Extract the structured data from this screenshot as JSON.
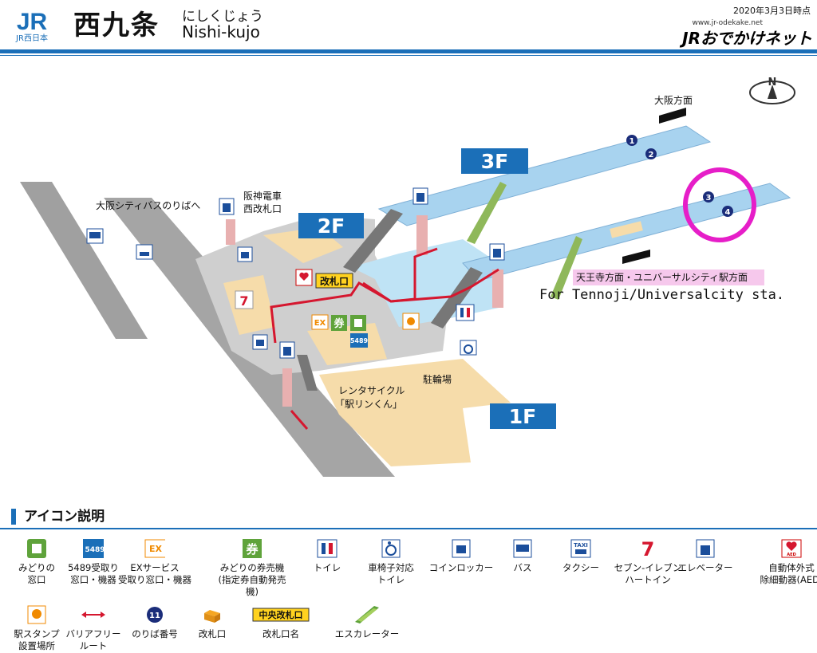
{
  "header": {
    "logo_jr": "JR",
    "logo_company": "JR西日本",
    "station_kanji": "西九条",
    "station_kana": "にしくじょう",
    "station_romaji": "Nishi-kujo",
    "date": "2020年3月3日時点",
    "site_url": "www.jr-odekake.net",
    "site_name": "JRおでかけネット"
  },
  "map": {
    "direction_osaka": "大阪方面",
    "direction_tennoji": "天王寺方面・ユニバーサルシティ駅方面",
    "annotation_english": "For Tennoji/Universalcity sta.",
    "bus_stop": "大阪シティバスのりばへ",
    "hanshin_gate_line1": "阪神電車",
    "hanshin_gate_line2": "西改札口",
    "ticket_gate": "改札口",
    "rental_cycle_line1": "レンタサイクル",
    "rental_cycle_line2": "「駅リンくん」",
    "bicycle_parking": "駐輪場",
    "floor_3f": "3F",
    "floor_2f": "2F",
    "floor_1f": "1F",
    "platform_1": "1",
    "platform_2": "2",
    "platform_3": "3",
    "platform_4": "4",
    "vending_5489": "5489",
    "icon_ex": "EX",
    "icon_ken": "券",
    "icon_compass_n": "N",
    "highlight_color": "#e61ec8"
  },
  "legend": {
    "title": "アイコン説明",
    "items": [
      {
        "icon": "midori-window-icon",
        "label": "みどりの\n窓口"
      },
      {
        "icon": "receive-5489-icon",
        "label": "5489受取り\n窓口・機器",
        "glyph": "5489"
      },
      {
        "icon": "ex-service-icon",
        "label": "EXサービス\n受取り窓口・機器",
        "glyph": "EX"
      },
      {
        "icon": "ticket-machine-icon",
        "label": "みどりの券売機\n(指定券自動発売機)",
        "glyph": "券"
      },
      {
        "icon": "toilet-icon",
        "label": "トイレ"
      },
      {
        "icon": "wheelchair-toilet-icon",
        "label": "車椅子対応\nトイレ"
      },
      {
        "icon": "coin-locker-icon",
        "label": "コインロッカー"
      },
      {
        "icon": "bus-icon",
        "label": "バス"
      },
      {
        "icon": "taxi-icon",
        "label": "タクシー",
        "glyph": "TAXI"
      },
      {
        "icon": "seven-eleven-icon",
        "label": "セブン-イレブン\nハートイン",
        "glyph": "7"
      },
      {
        "icon": "elevator-icon",
        "label": "エレベーター"
      },
      {
        "icon": "aed-icon",
        "label": "自動体外式\n除細動器(AED)",
        "glyph": "AED"
      },
      {
        "icon": "stamp-icon",
        "label": "駅スタンプ\n設置場所"
      },
      {
        "icon": "barrier-free-route-icon",
        "label": "バリアフリー\nルート"
      },
      {
        "icon": "platform-number-icon",
        "label": "のりば番号",
        "glyph": "11"
      },
      {
        "icon": "ticket-gate-icon",
        "label": "改札口"
      },
      {
        "icon": "gate-name-icon",
        "label": "改札口名",
        "glyph": "中央改札口"
      },
      {
        "icon": "escalator-icon",
        "label": "エスカレーター"
      }
    ]
  }
}
